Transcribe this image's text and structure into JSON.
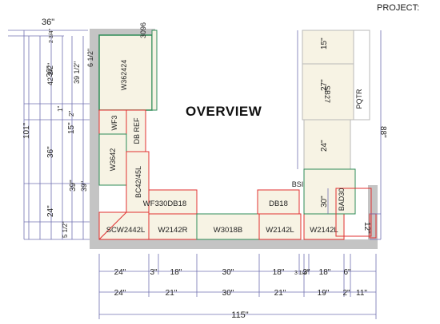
{
  "header": {
    "title": "OVERVIEW",
    "project_label": "PROJECT:"
  },
  "colors": {
    "wall": "#b8b8b8",
    "cabinet_fill": "#f7f3e4",
    "cabinet_outline_red": "#e03030",
    "cabinet_outline_green": "#2e8b57",
    "dimension_line": "#6b6ba8",
    "text": "#222222"
  },
  "cabinets": {
    "w362424": "W362424",
    "w3096": "3096",
    "wf3": "WF3",
    "dbref": "DB REF",
    "w3642": "W3642",
    "bc4245l": "BC42/45L",
    "wf3_db18": "WF330DB18",
    "scw2442l": "SCW2442L",
    "w2142r": "W2142R",
    "w3018b": "W3018B",
    "db18": "DB18",
    "w2142l_a": "W2142L",
    "w2142l_b": "W2142L",
    "sb27": "SB27",
    "pqtr": "PQTR",
    "bsi": "BSI",
    "bad30": "BAD30"
  },
  "left_dims": {
    "d36_top": "36\"",
    "d2_34": "2 3/4\"",
    "d36b": "36\"",
    "d42": "42 1/2\"",
    "d39": "39 1/2\"",
    "d6": "6 1/2\"",
    "d101": "101\"",
    "d1": "1\"",
    "d2": "2\"",
    "d15": "15\"",
    "d36c": "36\"",
    "d39b": "39\"",
    "d39c": "39\"",
    "d24": "24\"",
    "d5": "5 1/2\""
  },
  "right_dims": {
    "d15r": "15\"",
    "d27r": "27\"",
    "d24r": "24\"",
    "d30r": "30\"",
    "d88r": "88\"",
    "d12r": "12\""
  },
  "bottom_dims": {
    "row1": [
      "24\"",
      "3\"",
      "18\"",
      "30\"",
      "18\"",
      "3 1/4\"",
      "3\"",
      "18\"",
      "6\""
    ],
    "row2": [
      "24\"",
      "21\"",
      "30\"",
      "21\"",
      "19\"",
      "2\"",
      "11\""
    ],
    "total": "115\""
  }
}
